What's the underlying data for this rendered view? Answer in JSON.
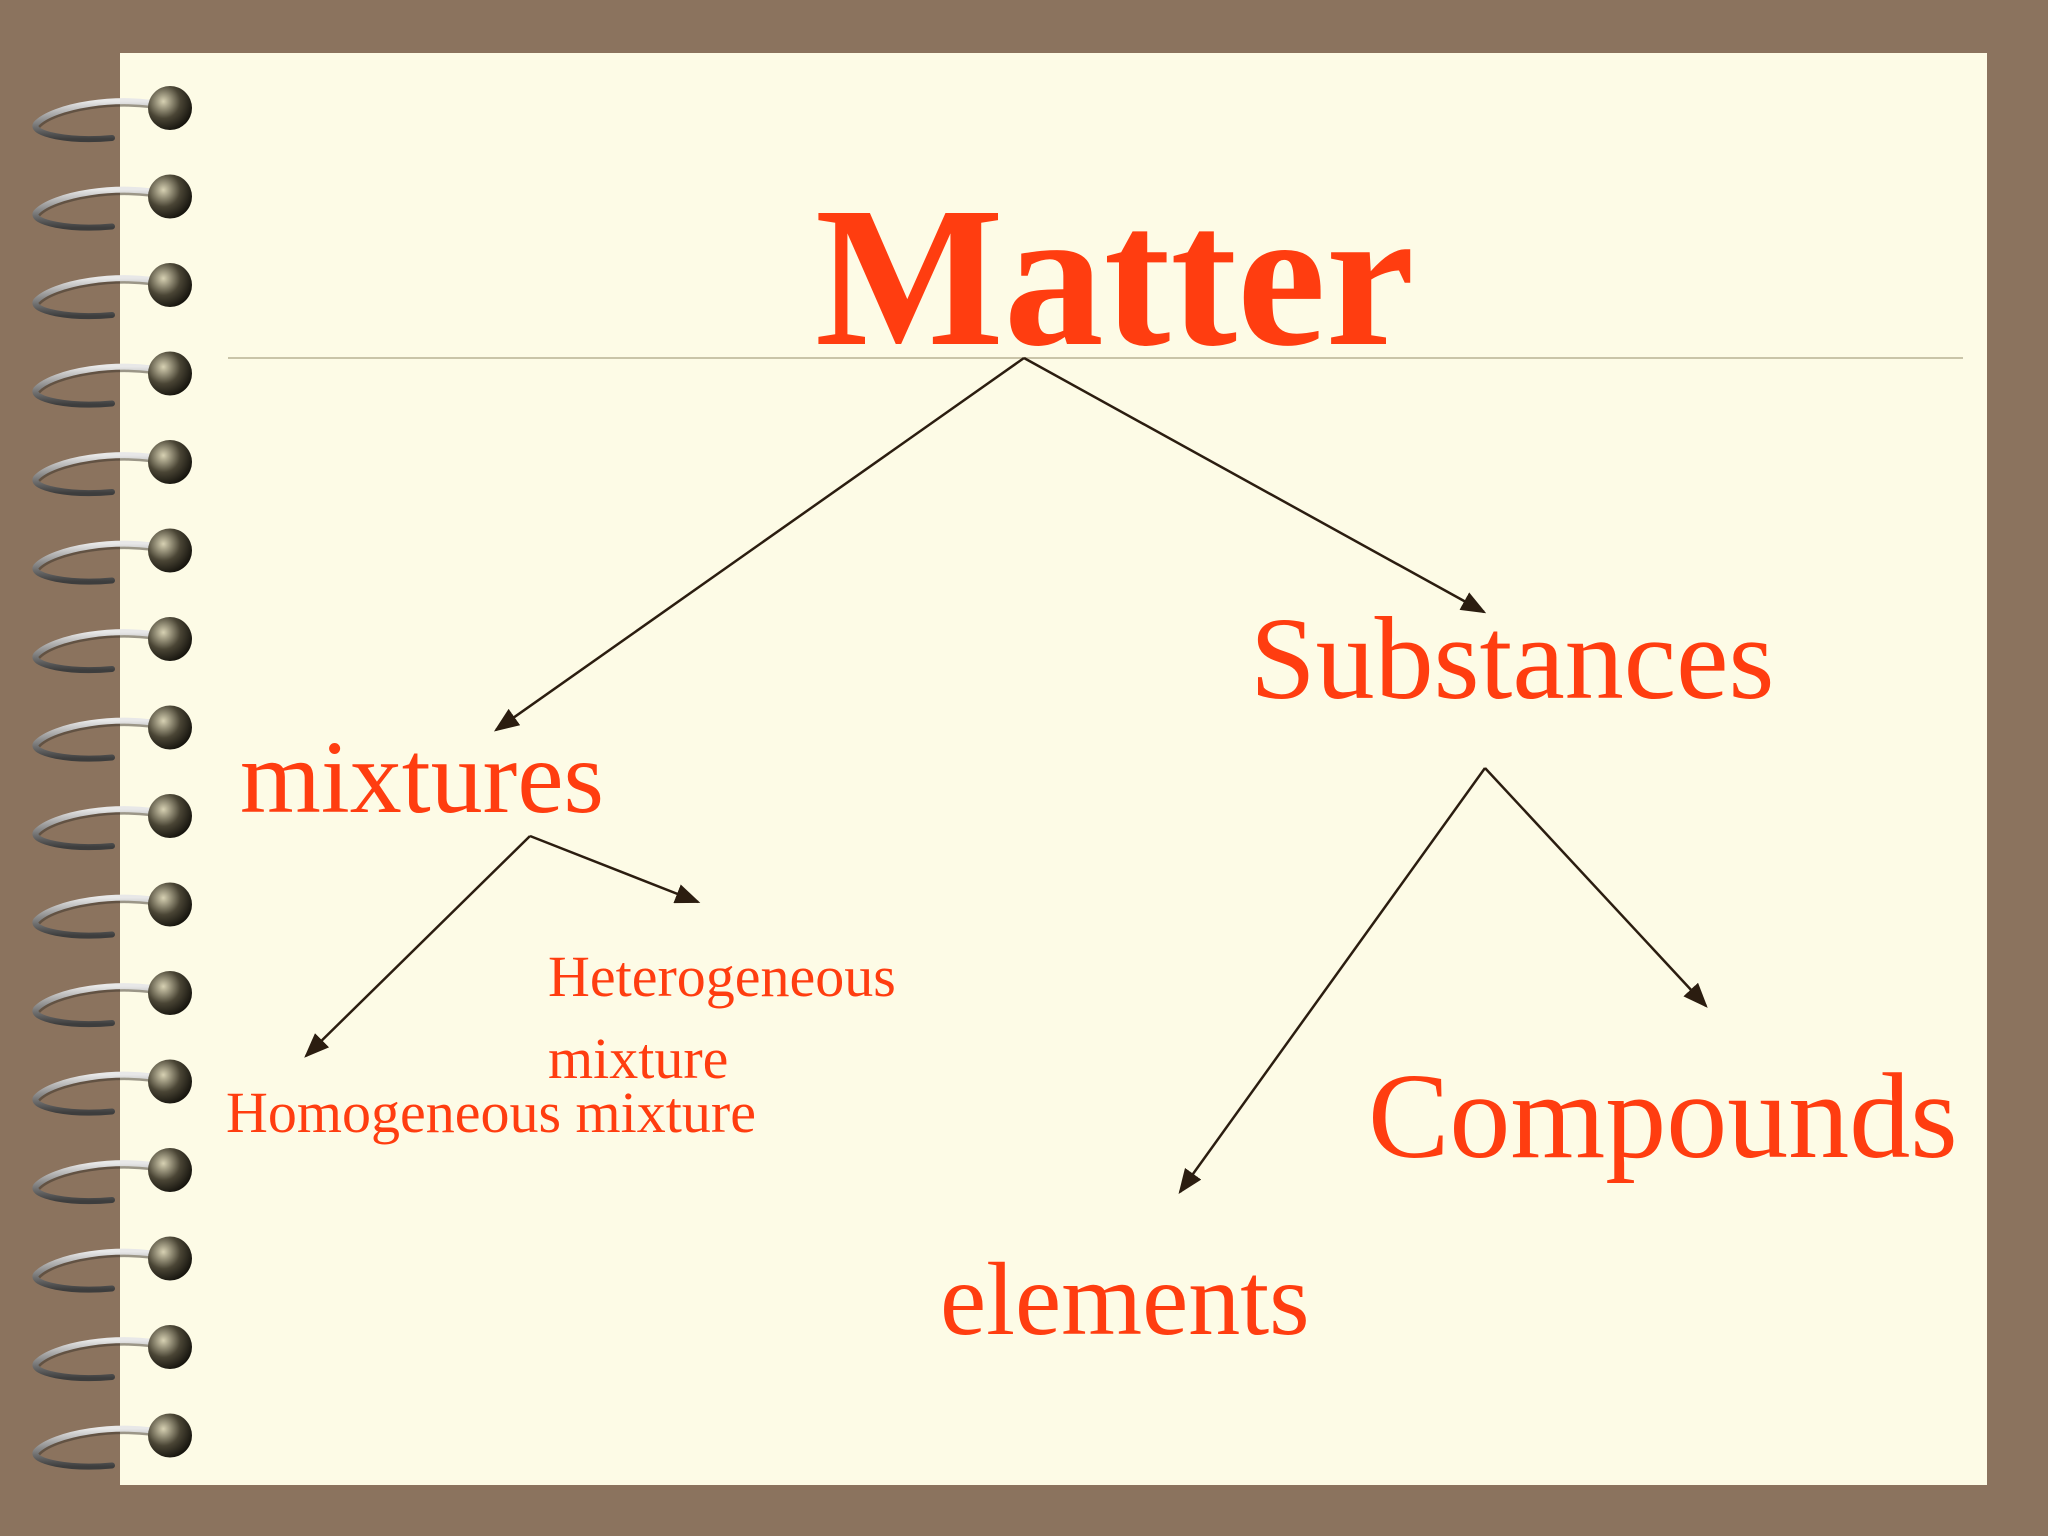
{
  "diagram": {
    "title": "Matter",
    "nodes": {
      "substances": "Substances",
      "mixtures": "mixtures",
      "compounds": "Compounds",
      "elements": "elements",
      "heterogeneous_line1": "Heterogeneous",
      "heterogeneous_line2": "mixture",
      "homogeneous": "Homogeneous mixture"
    },
    "edges": [
      {
        "from": "Matter",
        "to": "mixtures"
      },
      {
        "from": "Matter",
        "to": "Substances"
      },
      {
        "from": "mixtures",
        "to": "Homogeneous mixture"
      },
      {
        "from": "mixtures",
        "to": "Heterogeneous mixture"
      },
      {
        "from": "Substances",
        "to": "elements"
      },
      {
        "from": "Substances",
        "to": "Compounds"
      }
    ]
  },
  "colors": {
    "frame": "#8b735e",
    "paper": "#fdfbe6",
    "text": "#ff3d10",
    "arrow": "#2b1d10"
  }
}
